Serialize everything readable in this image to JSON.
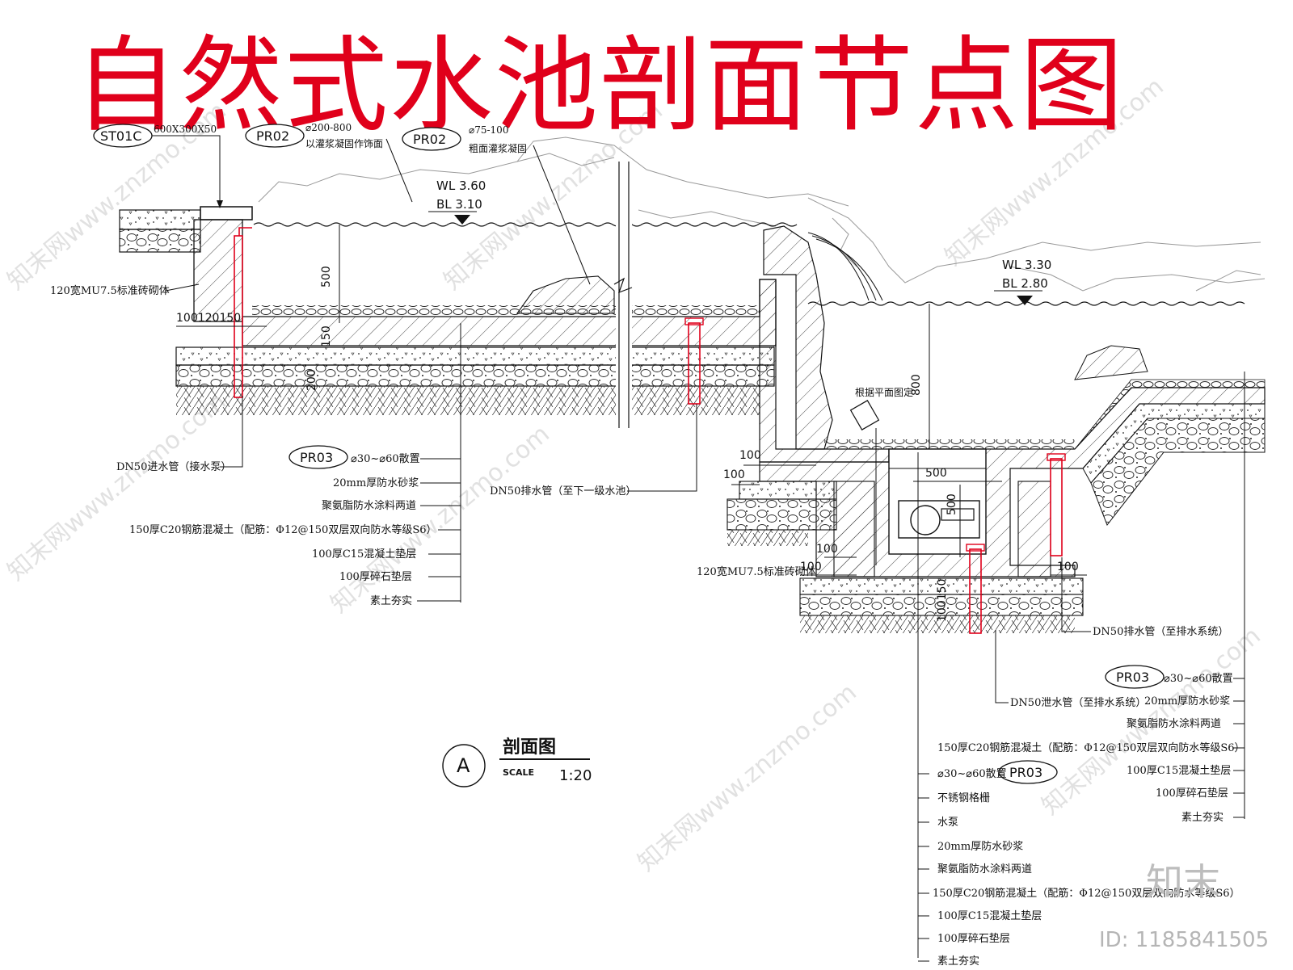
{
  "title": "自然式水池剖面节点图",
  "tags": {
    "st01c": "ST01C",
    "st01c_spec": "600X300X50",
    "pr02_a": "PR02",
    "pr02_a_spec": "⌀200-800",
    "pr02_a_note": "以灌浆凝固作饰面",
    "pr02_b": "PR02",
    "pr02_b_spec": "⌀75-100",
    "pr02_b_note": "粗面灌浆凝固",
    "pr03_left": "PR03",
    "pr03_right": "PR03",
    "pr03_bottom": "PR03"
  },
  "water_levels": {
    "upper_wl": "WL 3.60",
    "upper_bl": "BL 3.10",
    "lower_wl": "WL 3.30",
    "lower_bl": "BL 2.80"
  },
  "dimensions": {
    "d500_upper": "500",
    "d800_lower": "800",
    "d100_120_150": "100120150",
    "d150": "150",
    "d100": "100",
    "d100_b": "100",
    "d100_c": "100",
    "d500_pit_w": "500",
    "d500_pit_h": "500",
    "d100_d": "100",
    "d100_e": "100",
    "d1100": "100150",
    "d200": "200"
  },
  "left_notes": {
    "brick_wall": "120宽MU7.5标准砖砌体",
    "inlet_pipe": "DN50进水管（接水泵）",
    "drain_pipe": "DN50排水管（至下一级水池）",
    "light_note": "根据平面图定",
    "brick_wall_2": "120宽MU7.5标准砖砌体"
  },
  "layers_left": [
    "⌀30~⌀60散置",
    "20mm厚防水砂浆",
    "聚氨脂防水涂料两道",
    "150厚C20钢筋混凝土（配筋：Φ12@150双层双向防水等级S6）",
    "100厚C15混凝土垫层",
    "100厚碎石垫层",
    "素土夯实"
  ],
  "drain_right": "DN50排水管（至排水系统）",
  "overflow_right": "DN50泄水管（至排水系统）",
  "layers_right": [
    "⌀30~⌀60散置",
    "20mm厚防水砂浆",
    "聚氨脂防水涂料两道",
    "150厚C20钢筋混凝土（配筋：Φ12@150双层双向防水等级S6）",
    "100厚C15混凝土垫层",
    "100厚碎石垫层",
    "素土夯实"
  ],
  "layers_bottom": [
    "⌀30~⌀60散置",
    "不锈钢格栅",
    "水泵",
    "20mm厚防水砂浆",
    "聚氨脂防水涂料两道",
    "150厚C20钢筋混凝土（配筋：Φ12@150双层双向防水等级S6）",
    "100厚C15混凝土垫层",
    "100厚碎石垫层",
    "素土夯实"
  ],
  "section": {
    "letter": "A",
    "name": "剖面图",
    "scale_label": "SCALE",
    "scale": "1:20"
  },
  "watermark": {
    "text": "知末网www.znzmo.com",
    "logo": "知末",
    "id": "ID: 1185841505"
  },
  "colors": {
    "title": "#e0001b",
    "pipe": "#e0001b",
    "line": "#111111"
  }
}
